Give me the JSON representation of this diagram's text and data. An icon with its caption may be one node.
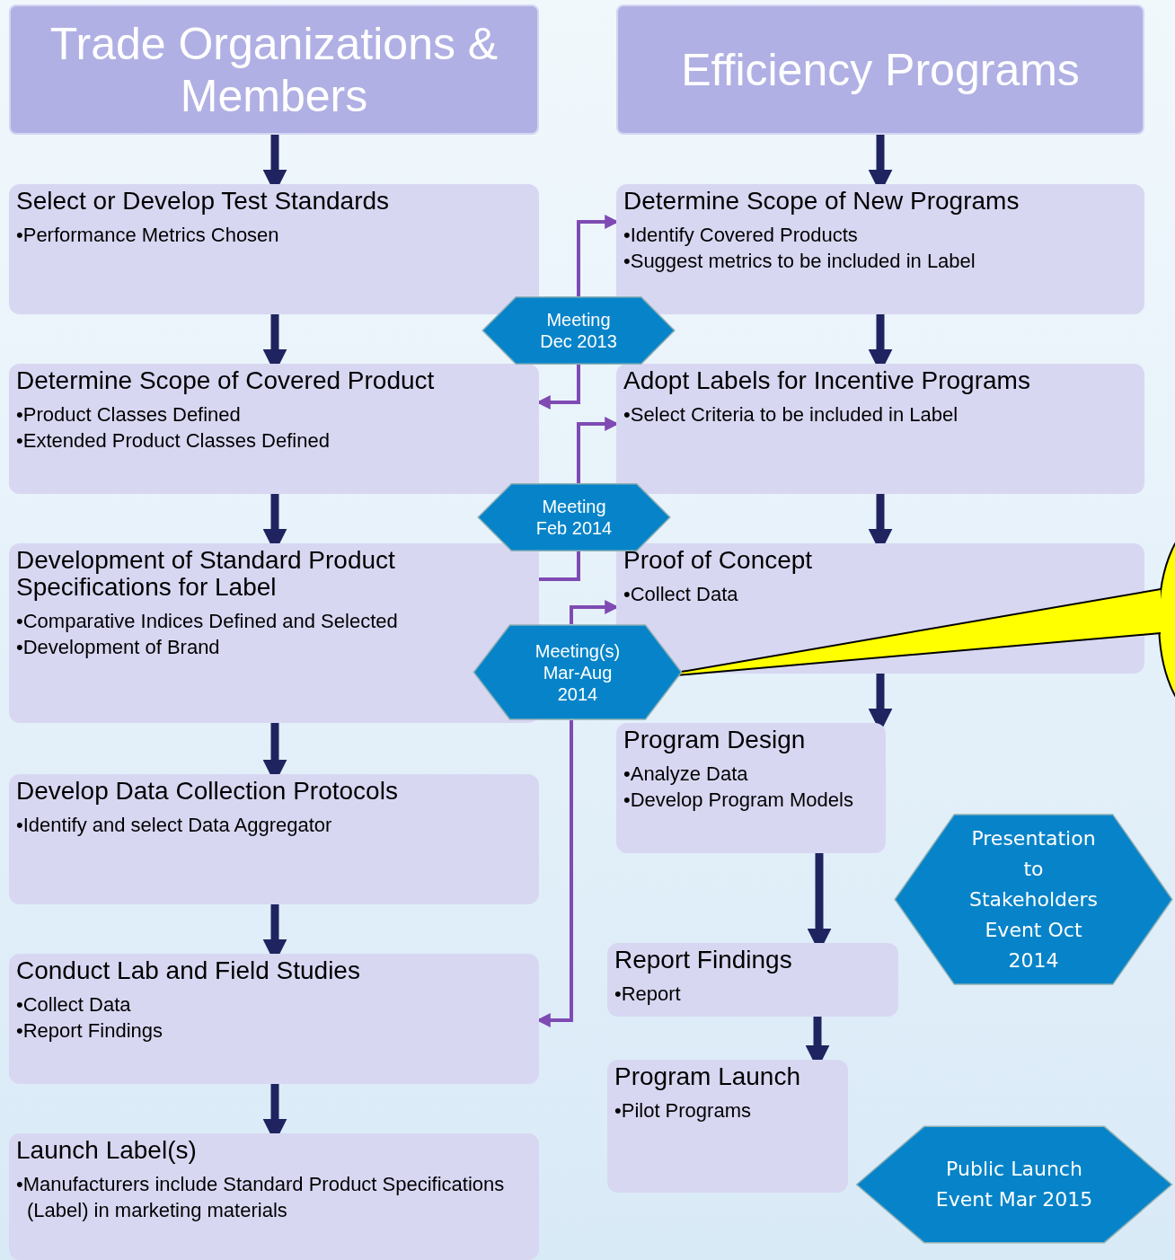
{
  "diagram": {
    "nodes": [
      {
        "text": [
          "Trade Organizations & Members"
        ]
      },
      {
        "text": [
          "Efficiency Programs"
        ]
      },
      {
        "text": [
          "Select or Develop Test Standards",
          "•Performance Metrics Chosen"
        ]
      },
      {
        "text": [
          "Determine Scope of New Programs",
          "•Identify Covered Products",
          "•Suggest metrics to be included in Label"
        ]
      },
      {
        "text": [
          "Meeting Dec 2013"
        ]
      },
      {
        "text": [
          "Determine Scope of Covered Product",
          "•Product Classes Defined",
          "•Extended Product Classes Defined"
        ]
      },
      {
        "text": [
          "Adopt Labels for Incentive Programs",
          "•Select Criteria to be included in Label"
        ]
      },
      {
        "text": [
          "Meeting Feb 2014"
        ]
      },
      {
        "text": [
          "Development of Standard Product Specifications for Label",
          "•Comparative Indices Defined and Selected",
          "•Development of Brand"
        ]
      },
      {
        "text": [
          "Proof of Concept",
          "•Collect Data"
        ]
      },
      {
        "text": [
          "Meeting(s) Mar-Aug 2014"
        ]
      },
      {
        "text": [
          "Program Design",
          "•Analyze Data",
          "•Develop Program Models"
        ]
      },
      {
        "text": [
          "Develop Data Collection Protocols",
          "•Identify and select Data Aggregator"
        ]
      },
      {
        "text": [
          "Presentation to Stakeholders Event Oct 2014"
        ]
      },
      {
        "text": [
          "Report Findings",
          "•Report"
        ]
      },
      {
        "text": [
          "Conduct Lab and Field Studies",
          "•Collect Data",
          "•Report Findings"
        ]
      },
      {
        "text": [
          "Program Launch",
          "•Pilot Programs"
        ]
      },
      {
        "text": [
          "Launch Label(s)",
          "•Manufacturers include Standard Product Specifications (Label) in marketing materials"
        ]
      },
      {
        "text": [
          "Public Launch Event Mar 2015"
        ]
      }
    ],
    "edges": [
      {
        "from": 0,
        "to": 2,
        "arrow": "to"
      },
      {
        "from": 2,
        "to": 5,
        "arrow": "to"
      },
      {
        "from": 5,
        "to": 8,
        "arrow": "to"
      },
      {
        "from": 8,
        "to": 12,
        "arrow": "to"
      },
      {
        "from": 12,
        "to": 15,
        "arrow": "to"
      },
      {
        "from": 15,
        "to": 17,
        "arrow": "to"
      },
      {
        "from": 1,
        "to": 3,
        "arrow": "to"
      },
      {
        "from": 3,
        "to": 6,
        "arrow": "to"
      },
      {
        "from": 6,
        "to": 9,
        "arrow": "to"
      },
      {
        "from": 9,
        "to": 11,
        "arrow": "to"
      },
      {
        "from": 11,
        "to": 14,
        "arrow": "to"
      },
      {
        "from": 14,
        "to": 16,
        "arrow": "to"
      },
      {
        "from": 4,
        "to": 3,
        "arrow": "to",
        "color": "#7f4bb3"
      },
      {
        "from": 4,
        "to": 5,
        "arrow": "to",
        "color": "#7f4bb3"
      },
      {
        "from": 7,
        "to": 6,
        "arrow": "to",
        "color": "#7f4bb3"
      },
      {
        "from": 7,
        "to": 8,
        "arrow": "none",
        "color": "#7f4bb3"
      },
      {
        "from": 10,
        "to": 9,
        "arrow": "to",
        "color": "#7f4bb3"
      },
      {
        "from": 10,
        "to": 15,
        "arrow": "to",
        "color": "#7f4bb3"
      }
    ]
  }
}
